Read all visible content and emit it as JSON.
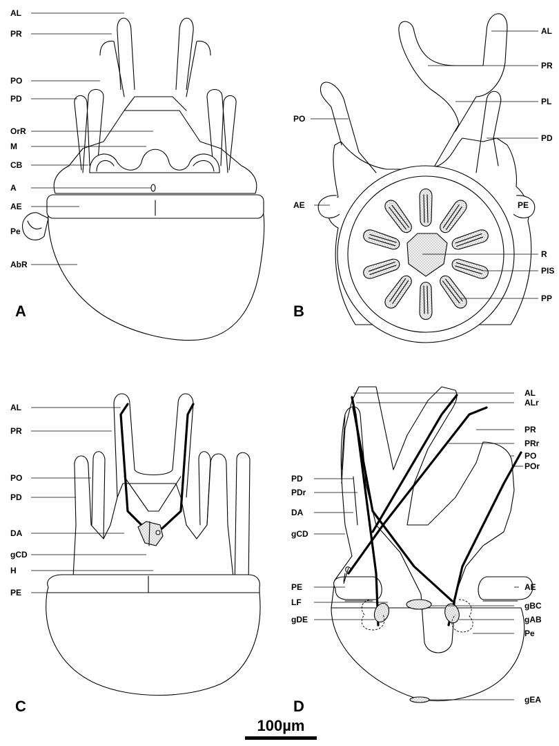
{
  "panels": {
    "A": {
      "letter": "A",
      "labels": {
        "AL": "AL",
        "PR": "PR",
        "PO": "PO",
        "PD": "PD",
        "OrR": "OrR",
        "M": "M",
        "CB": "CB",
        "A": "A",
        "AE": "AE",
        "Pe": "Pe",
        "AbR": "AbR"
      }
    },
    "B": {
      "letter": "B",
      "labels": {
        "AL": "AL",
        "PR": "PR",
        "PL": "PL",
        "PO": "PO",
        "PD": "PD",
        "AE": "AE",
        "PE": "PE",
        "R": "R",
        "PIS": "PIS",
        "PP": "PP"
      }
    },
    "C": {
      "letter": "C",
      "labels": {
        "AL": "AL",
        "PR": "PR",
        "PO": "PO",
        "PD": "PD",
        "DA": "DA",
        "gCD": "gCD",
        "H": "H",
        "PE": "PE"
      }
    },
    "D": {
      "letter": "D",
      "labels": {
        "AL": "AL",
        "ALr": "ALr",
        "PR": "PR",
        "PRr": "PRr",
        "PO": "PO",
        "POr": "POr",
        "PD": "PD",
        "PDr": "PDr",
        "DA": "DA",
        "gCD": "gCD",
        "PE": "PE",
        "AE": "AE",
        "LF": "LF",
        "gBC": "gBC",
        "gDE": "gDE",
        "gAB": "gAB",
        "Pe": "Pe",
        "gEA": "gEA"
      }
    }
  },
  "scale_bar": {
    "label": "100µm"
  }
}
